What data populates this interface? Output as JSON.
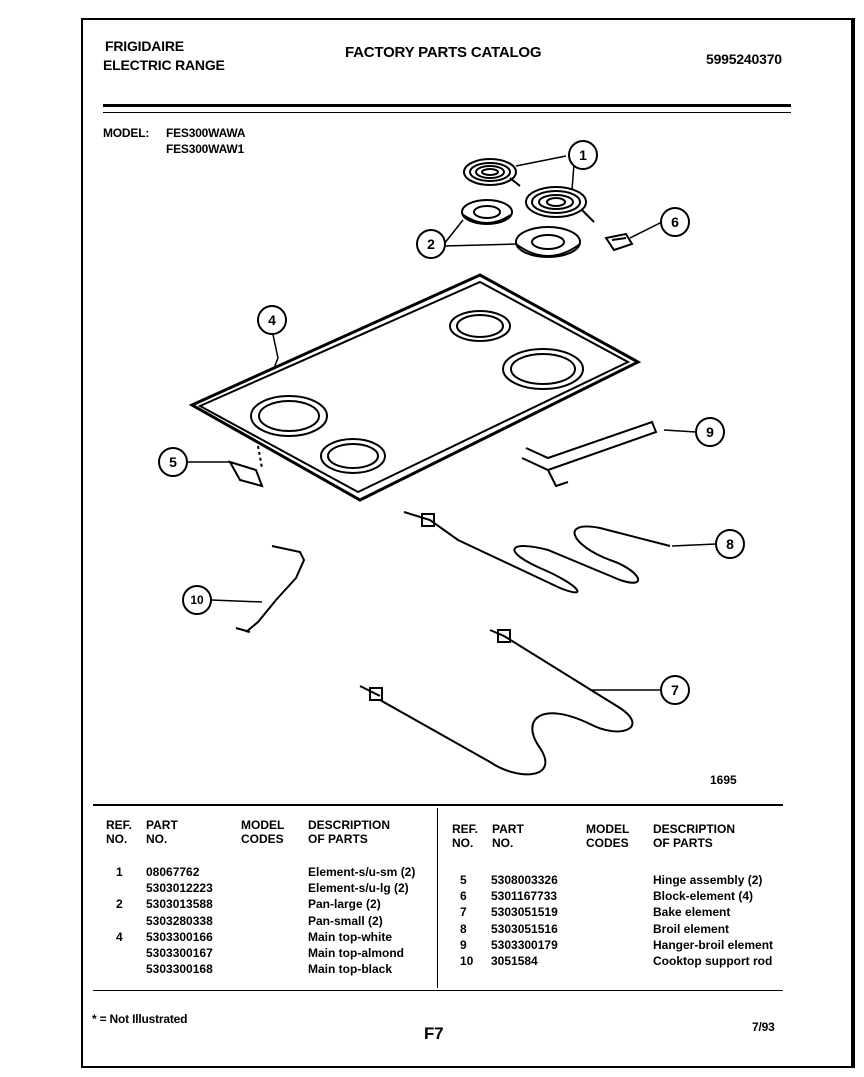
{
  "header": {
    "brand": "FRIGIDAIRE",
    "product": "ELECTRIC RANGE",
    "title": "FACTORY PARTS CATALOG",
    "catalog_number": "5995240370"
  },
  "model": {
    "label": "MODEL:",
    "models": [
      "FES300WAWA",
      "FES300WAW1"
    ]
  },
  "diagram": {
    "callouts": [
      "1",
      "2",
      "4",
      "5",
      "6",
      "7",
      "8",
      "9",
      "10"
    ],
    "code": "1695"
  },
  "table": {
    "headers": {
      "ref": "REF. NO.",
      "part": "PART NO.",
      "model_codes": "MODEL CODES",
      "description": "DESCRIPTION OF PARTS"
    },
    "left_rows": [
      {
        "ref": "1",
        "part": "08067762",
        "desc": "Element-s/u-sm (2)"
      },
      {
        "ref": "",
        "part": "5303012223",
        "desc": "Element-s/u-lg (2)"
      },
      {
        "ref": "2",
        "part": "5303013588",
        "desc": "Pan-large (2)"
      },
      {
        "ref": "",
        "part": "5303280338",
        "desc": "Pan-small (2)"
      },
      {
        "ref": "4",
        "part": "5303300166",
        "desc": "Main top-white"
      },
      {
        "ref": "",
        "part": "5303300167",
        "desc": "Main top-almond"
      },
      {
        "ref": "",
        "part": "5303300168",
        "desc": "Main top-black"
      }
    ],
    "right_rows": [
      {
        "ref": "5",
        "part": "5308003326",
        "desc": "Hinge assembly (2)"
      },
      {
        "ref": "6",
        "part": "5301167733",
        "desc": "Block-element (4)"
      },
      {
        "ref": "7",
        "part": "5303051519",
        "desc": "Bake element"
      },
      {
        "ref": "8",
        "part": "5303051516",
        "desc": "Broil element"
      },
      {
        "ref": "9",
        "part": "5303300179",
        "desc": "Hanger-broil element"
      },
      {
        "ref": "10",
        "part": "3051584",
        "desc": "Cooktop support rod"
      }
    ]
  },
  "footer": {
    "note": "* = Not Illustrated",
    "page": "F7",
    "date": "7/93"
  }
}
